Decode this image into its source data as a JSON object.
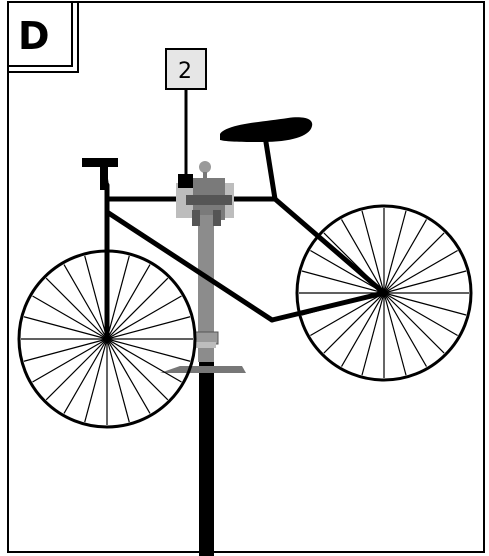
{
  "figure": {
    "step_letter": "D",
    "callout_number": "2"
  },
  "colors": {
    "ink": "#000000",
    "stand_gray": "#8c8c8c",
    "clamp_gray": "#7a7a7a",
    "clamp_light": "#bdbdbd",
    "callout_fill": "#e6e6e6",
    "background": "#ffffff"
  },
  "icons": [
    "bicycle",
    "repair-stand",
    "clamp"
  ]
}
